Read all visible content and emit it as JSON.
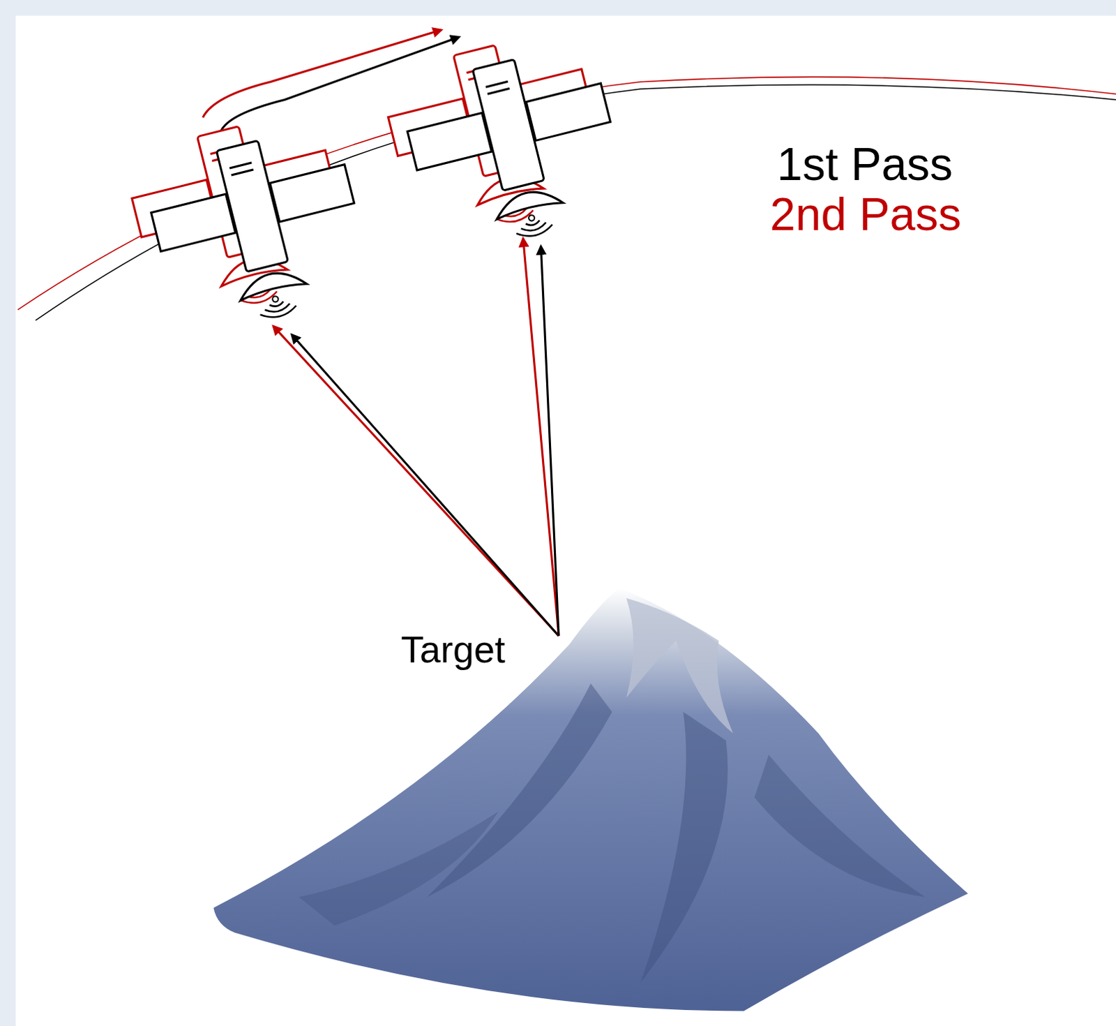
{
  "diagram": {
    "labels": [
      "1st Pass",
      "2nd Pass",
      "Target"
    ]
  }
}
